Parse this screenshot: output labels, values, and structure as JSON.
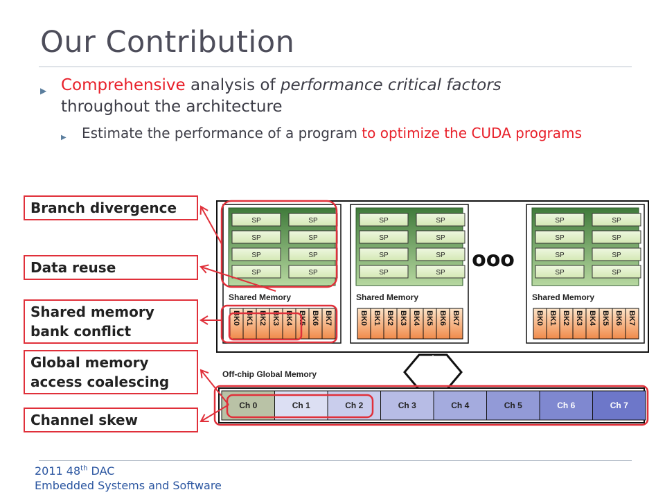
{
  "slide": {
    "title": "Our Contribution",
    "bullet1": {
      "highlight": "Comprehensive",
      "text_a": " analysis of ",
      "italic": "performance critical factors",
      "text_b": " throughout the architecture"
    },
    "bullet2": {
      "text": "Estimate the performance of a program ",
      "highlight": "to optimize the CUDA programs"
    }
  },
  "labels": [
    "Branch divergence",
    "Data reuse",
    "Shared memory bank conflict",
    "Global memory access coalescing",
    "Channel skew"
  ],
  "diagram": {
    "sp_label": "SP",
    "shared_memory_label": "Shared Memory",
    "banks": [
      "BK0",
      "BK1",
      "BK2",
      "BK3",
      "BK4",
      "BK5",
      "BK6",
      "BK7"
    ],
    "ellipsis": "ooo",
    "global_memory_label": "Off-chip Global Memory",
    "channels": [
      "Ch 0",
      "Ch 1",
      "Ch 2",
      "Ch 3",
      "Ch 4",
      "Ch 5",
      "Ch 6",
      "Ch 7"
    ],
    "colors": {
      "highlight": "#e0303a",
      "sp_fill": "#d4e8b4",
      "sm_dark": "#3f7a3a",
      "sm_light": "#b7d8a0",
      "bank_light": "#fde4c8",
      "bank_dark": "#f08a4a",
      "channel_dark": "#6d77c9",
      "channel_light": "#eef0fa"
    }
  },
  "footer": {
    "year": "2011 48",
    "superscript": "th",
    "conf": " DAC",
    "track": "Embedded Systems and Software"
  }
}
